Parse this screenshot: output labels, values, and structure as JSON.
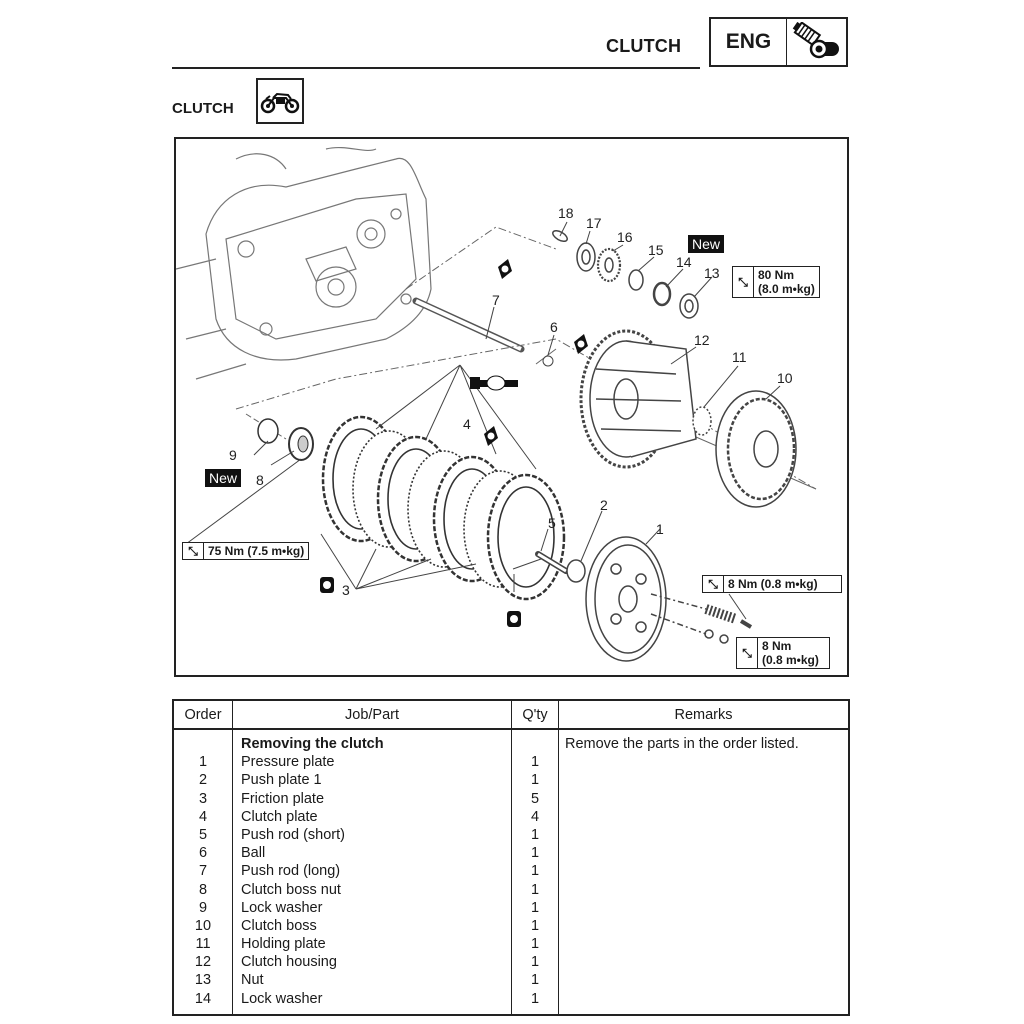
{
  "header": {
    "title": "CLUTCH",
    "badge_label": "ENG",
    "badge_icon": "engine-spanner-icon"
  },
  "section": {
    "title": "CLUTCH",
    "icon": "motorcycle-icon"
  },
  "diagram": {
    "callouts": [
      "1",
      "2",
      "3",
      "4",
      "5",
      "6",
      "7",
      "8",
      "9",
      "10",
      "11",
      "12",
      "13",
      "14",
      "15",
      "16",
      "17",
      "18"
    ],
    "new_badges": [
      "New",
      "New"
    ],
    "torques": {
      "nut_13": "80 Nm",
      "nut_13_alt": "(8.0 m•kg)",
      "nut_8": "75 Nm (7.5 m•kg)",
      "bolt_1": "8 Nm (0.8 m•kg)",
      "bolt_2": "8 Nm",
      "bolt_2_alt": "(0.8 m•kg)"
    },
    "lubricant_symbols": [
      "E",
      "E",
      "E",
      "E",
      "E",
      "LS"
    ],
    "colors": {
      "line": "#555555",
      "badge_bg": "#111111"
    }
  },
  "table": {
    "headers": [
      "Order",
      "Job/Part",
      "Q'ty",
      "Remarks"
    ],
    "section_heading": "Removing the clutch",
    "remark": "Remove the parts in the order listed.",
    "rows": [
      {
        "order": "1",
        "part": "Pressure plate",
        "qty": "1"
      },
      {
        "order": "2",
        "part": "Push plate 1",
        "qty": "1"
      },
      {
        "order": "3",
        "part": "Friction plate",
        "qty": "5"
      },
      {
        "order": "4",
        "part": "Clutch plate",
        "qty": "4"
      },
      {
        "order": "5",
        "part": "Push rod (short)",
        "qty": "1"
      },
      {
        "order": "6",
        "part": "Ball",
        "qty": "1"
      },
      {
        "order": "7",
        "part": "Push rod (long)",
        "qty": "1"
      },
      {
        "order": "8",
        "part": "Clutch boss nut",
        "qty": "1"
      },
      {
        "order": "9",
        "part": "Lock washer",
        "qty": "1"
      },
      {
        "order": "10",
        "part": "Clutch boss",
        "qty": "1"
      },
      {
        "order": "11",
        "part": "Holding plate",
        "qty": "1"
      },
      {
        "order": "12",
        "part": "Clutch housing",
        "qty": "1"
      },
      {
        "order": "13",
        "part": "Nut",
        "qty": "1"
      },
      {
        "order": "14",
        "part": "Lock washer",
        "qty": "1"
      }
    ]
  }
}
